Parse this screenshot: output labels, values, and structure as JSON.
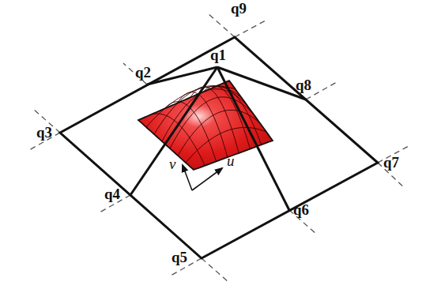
{
  "diagram": {
    "labels": [
      "q9",
      "q1",
      "q2",
      "q8",
      "q3",
      "q4",
      "q6",
      "q7",
      "q5",
      "v",
      "u"
    ]
  }
}
